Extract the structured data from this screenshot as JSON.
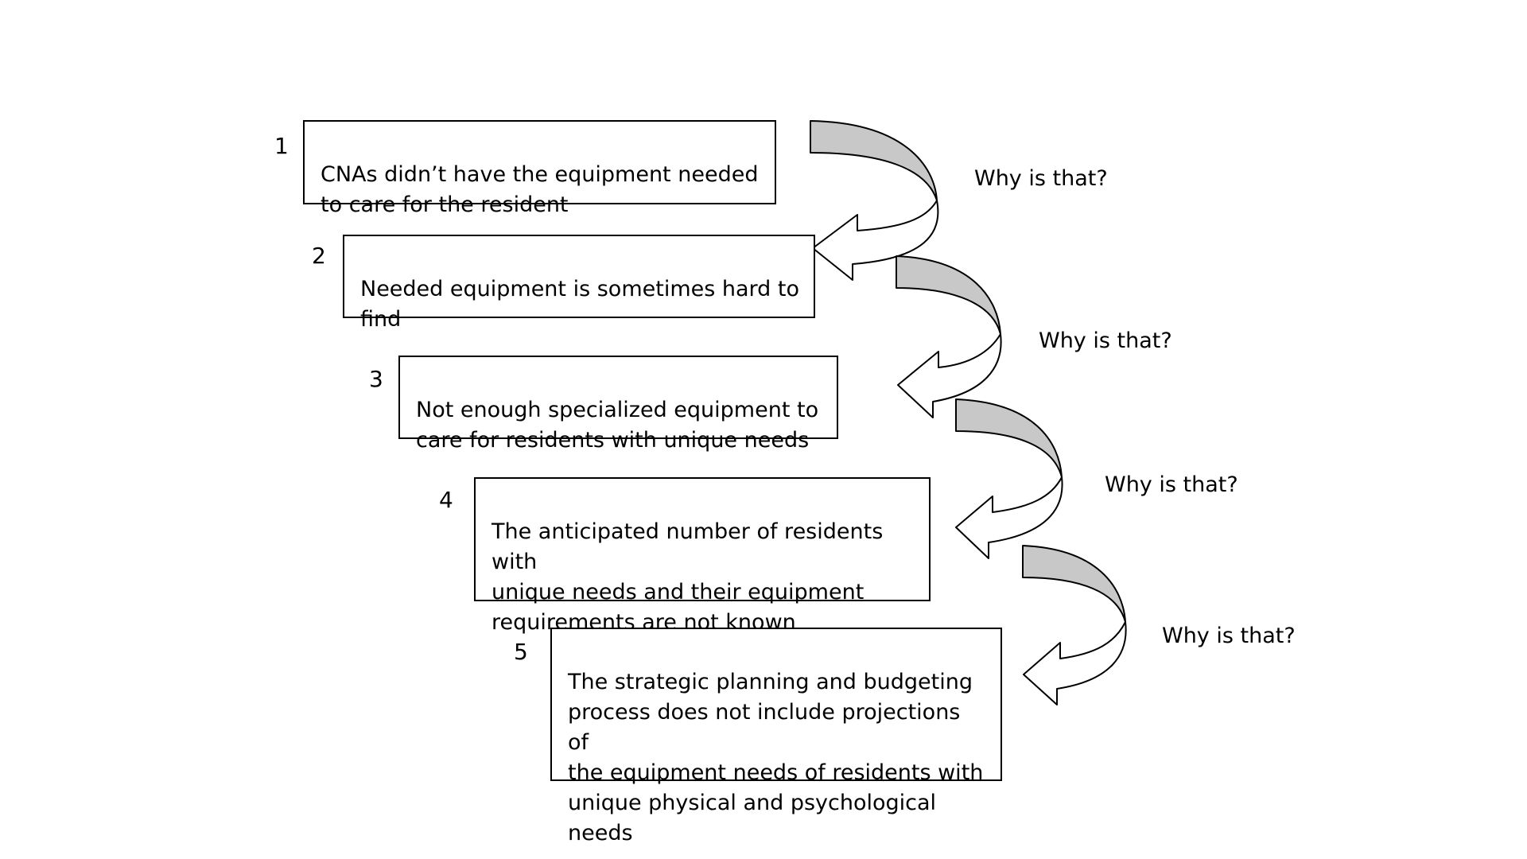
{
  "steps": [
    {
      "number": "1",
      "text": "CNAs didn’t have the equipment needed\nto care for the resident"
    },
    {
      "number": "2",
      "text": "Needed equipment is sometimes hard to\nfind"
    },
    {
      "number": "3",
      "text": "Not enough specialized equipment to\ncare for residents with unique needs"
    },
    {
      "number": "4",
      "text": "The anticipated number of residents with\nunique needs and their equipment\nrequirements are not known"
    },
    {
      "number": "5",
      "text": "The strategic planning and budgeting\nprocess does not include projections of\nthe equipment needs of residents with\nunique physical and psychological needs"
    }
  ],
  "connectors": [
    {
      "label": "Why is that?"
    },
    {
      "label": "Why is that?"
    },
    {
      "label": "Why is that?"
    },
    {
      "label": "Why is that?"
    }
  ],
  "colors": {
    "arrow_fill": "#c8c8c8",
    "stroke": "#000000",
    "background": "#ffffff"
  }
}
